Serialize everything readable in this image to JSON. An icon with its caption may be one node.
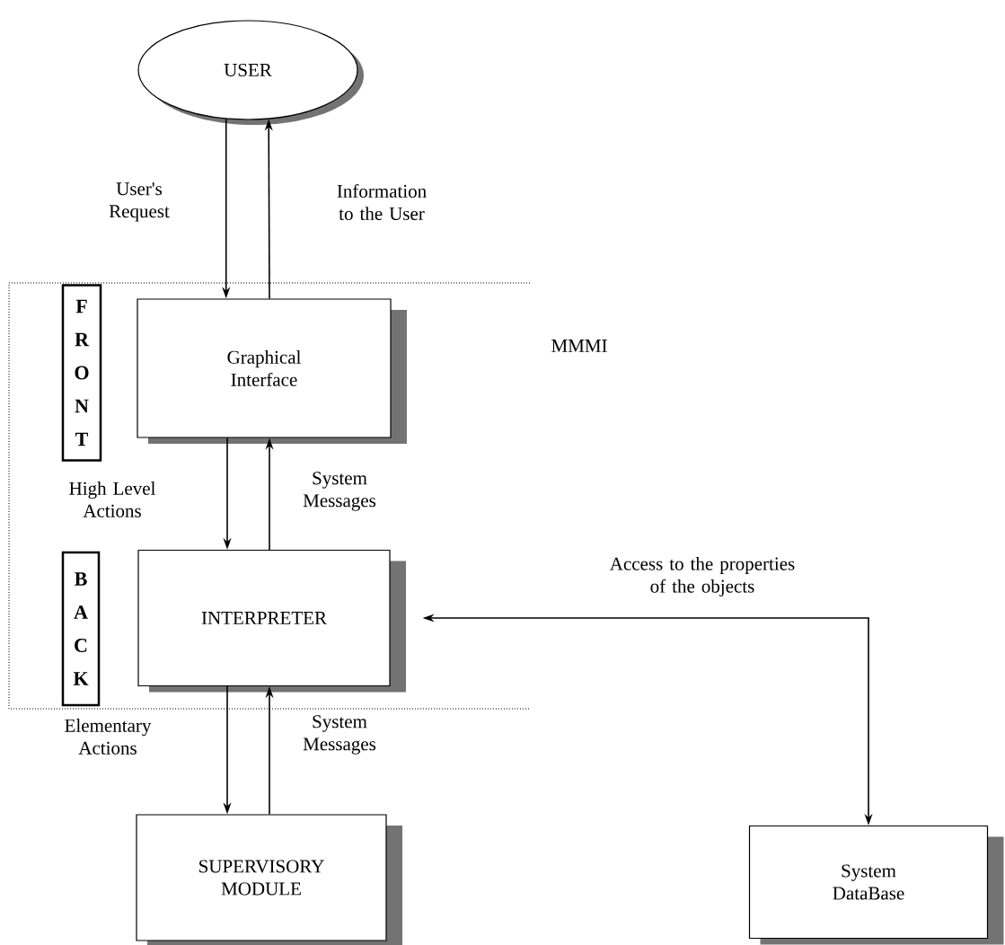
{
  "diagram": {
    "nodes": [
      {
        "text": [
          "USER"
        ]
      },
      {
        "text": [
          "MMMI"
        ]
      },
      {
        "text": [
          "FRONT"
        ],
        "in": 1
      },
      {
        "text": [
          "Graphical Interface"
        ],
        "in": 1
      },
      {
        "text": [
          "BACK"
        ],
        "in": 1
      },
      {
        "text": [
          "INTERPRETER"
        ],
        "in": 1
      },
      {
        "text": [
          "SUPERVISORY MODULE"
        ]
      },
      {
        "text": [
          "System DataBase"
        ]
      }
    ],
    "edges": [
      {
        "from": 0,
        "to": 3,
        "arrow": "to",
        "label": "User's Request"
      },
      {
        "from": 3,
        "to": 0,
        "arrow": "to",
        "label": "Information to the User"
      },
      {
        "from": 3,
        "to": 5,
        "arrow": "to",
        "label": "High Level Actions"
      },
      {
        "from": 5,
        "to": 3,
        "arrow": "to",
        "label": "System Messages"
      },
      {
        "from": 5,
        "to": 6,
        "arrow": "to",
        "label": "Elementary Actions"
      },
      {
        "from": 6,
        "to": 5,
        "arrow": "to",
        "label": "System Messages"
      },
      {
        "from": 5,
        "to": 7,
        "arrow": "both",
        "label": "Access to the properties of the objects"
      }
    ]
  }
}
